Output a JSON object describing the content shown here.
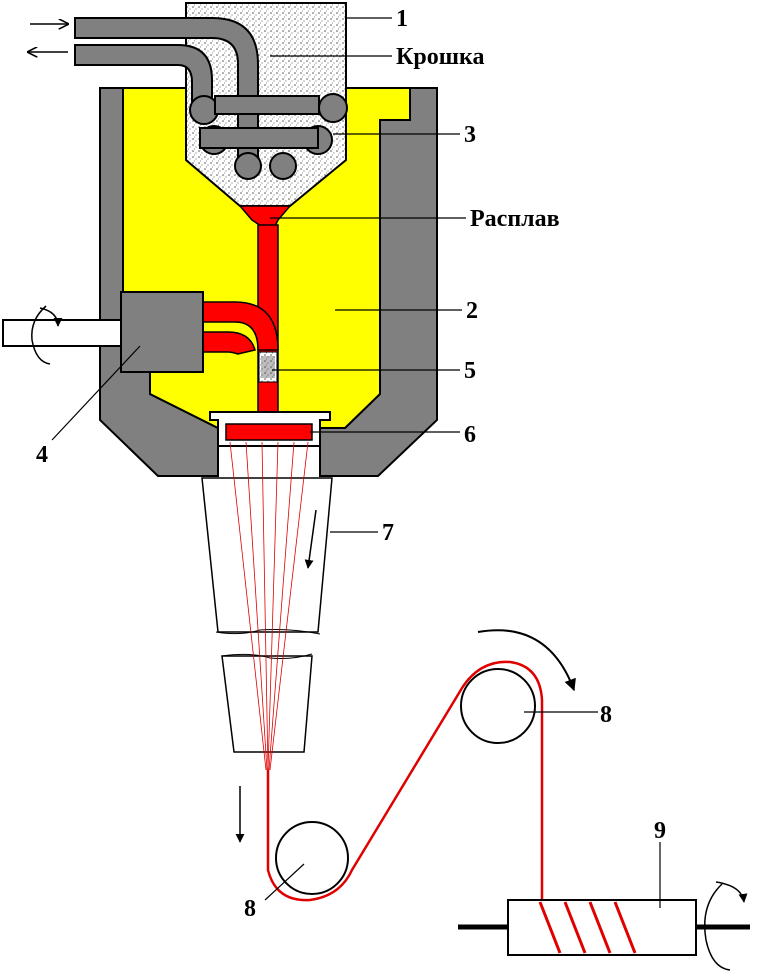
{
  "labels": {
    "l1": "1",
    "l2": "2",
    "l3": "3",
    "l4": "4",
    "l5": "5",
    "l6": "6",
    "l7": "7",
    "l8a": "8",
    "l8b": "8",
    "l9": "9",
    "krosh": "Крошка",
    "rasplav": "Расплав"
  },
  "colors": {
    "outline": "#000000",
    "housing_gray": "#808080",
    "yellow_fill": "#ffff00",
    "melt_red": "#ff0000",
    "chips_gray": "#c8c8c8",
    "thread_red": "#e00000",
    "white": "#ffffff"
  },
  "icons": {
    "rotation_left": "rotation-arrow-icon",
    "rotation_right": "rotation-arrow-icon",
    "flow_arrows": "arrow-icon"
  }
}
